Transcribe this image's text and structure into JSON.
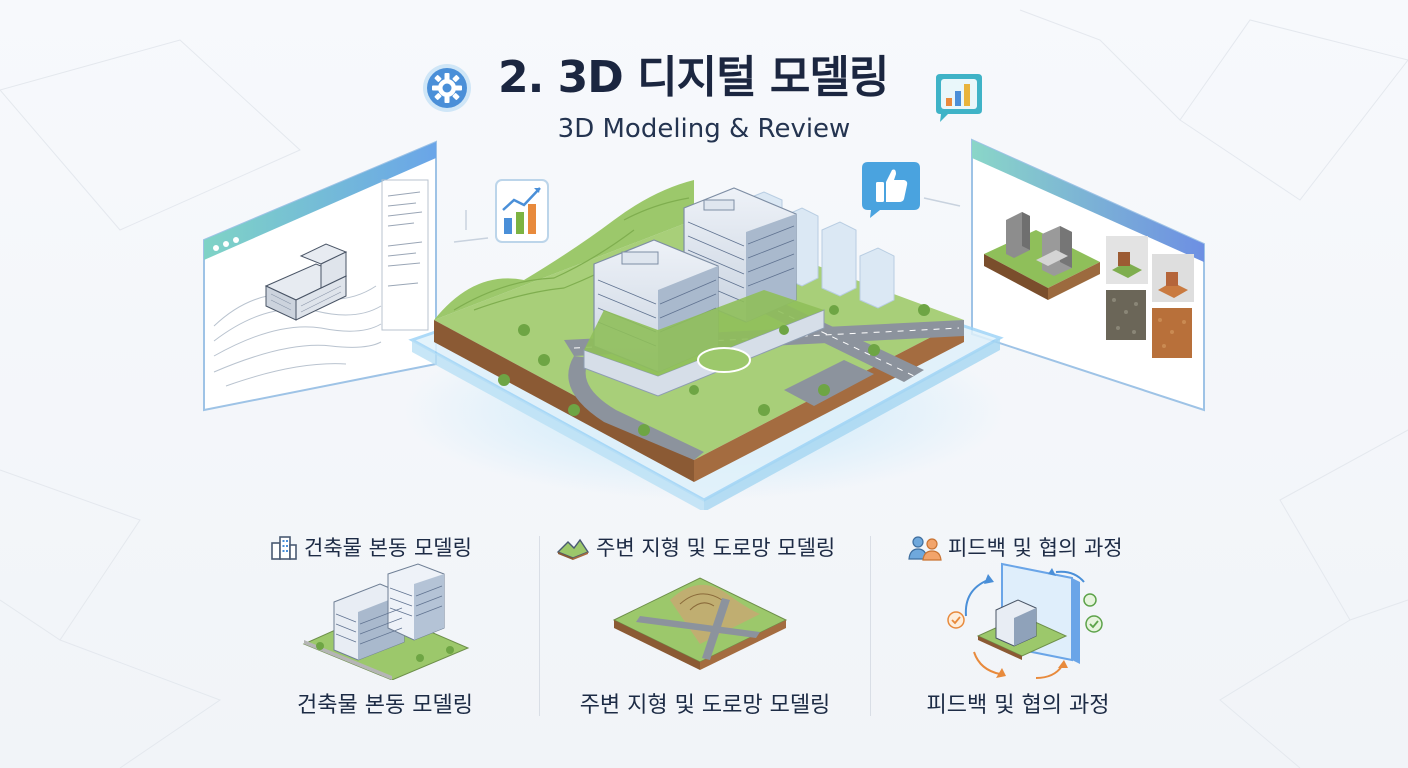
{
  "header": {
    "title": "2. 3D 디지털 모델링",
    "subtitle": "3D Modeling & Review"
  },
  "columns": [
    {
      "heading": "건축물 본동 모델링",
      "caption": "건축물 본동 모델링",
      "icon": "building-icon"
    },
    {
      "heading": "주변 지형 및 도로망 모델링",
      "caption": "주변 지형 및 도로망 모델링",
      "icon": "terrain-icon"
    },
    {
      "heading": "피드백 및 협의 과정",
      "caption": "피드백 및 협의 과정",
      "icon": "people-icon"
    }
  ],
  "colors": {
    "accent_blue": "#4a8fd8",
    "accent_green": "#7cb342",
    "accent_orange": "#e88a3c",
    "title_dark": "#1b2640",
    "glow": "#9fd4f7"
  }
}
